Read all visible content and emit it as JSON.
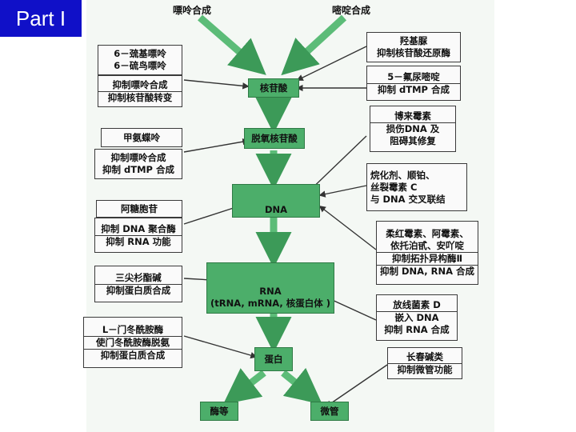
{
  "badge": "Part I",
  "top": {
    "purine": "嘌呤合成",
    "pyrimidine": "嘧啶合成"
  },
  "center": {
    "nucleotide": "核苷酸",
    "deoxy": "脱氧核苷酸",
    "dna": "DNA",
    "rna": "RNA",
    "rna_types": "(tRNA, mRNA, 核蛋白体 )",
    "protein": "蛋白",
    "enzyme": "酶等",
    "microtubule": "微管"
  },
  "left": {
    "mp_1": "6－巯基嘌呤",
    "mp_2": "6－硫鸟嘌呤",
    "mp_eff1": "抑制嘌呤合成",
    "mp_eff2": "抑制核苷酸转变",
    "mtx": "甲氨蝶呤",
    "mtx_eff1": "抑制嘌呤合成",
    "mtx_eff2": "抑制 dTMP 合成",
    "ara": "阿糖胞苷",
    "ara_eff1": "抑制 DNA 聚合酶",
    "ara_eff2": "抑制 RNA 功能",
    "hht": "三尖杉酯碱",
    "hht_eff": "抑制蛋白质合成",
    "asp": "L－门冬酰胺酶",
    "asp_eff1": "使门冬酰胺酶脱氨",
    "asp_eff2": "抑制蛋白质合成"
  },
  "right": {
    "hu": "羟基脲",
    "hu_eff": "抑制核苷酸还原酶",
    "fu": "5－氟尿嘧啶",
    "fu_eff": "抑制 dTMP 合成",
    "bleo": "博来霉素",
    "bleo_eff1": "损伤DNA 及",
    "bleo_eff2": "阻碍其修复",
    "alk1": "烷化剂、顺铂、",
    "alk2": "丝裂霉素 C",
    "alk_eff": "与 DNA 交叉联结",
    "anth1": "柔红霉素、阿霉素、",
    "anth2": "依托泊甙、安吖啶",
    "anth_eff1": "抑制拓扑异构酶Ⅱ",
    "anth_eff2": "抑制 DNA, RNA 合成",
    "act": "放线菌素 D",
    "act_eff1": "嵌入 DNA",
    "act_eff2": "抑制 RNA 合成",
    "vinca": "长春碱类",
    "vinca_eff": "抑制微管功能"
  },
  "colors": {
    "badge_bg": "#1010c8",
    "flow_green": "#4cae6a"
  }
}
